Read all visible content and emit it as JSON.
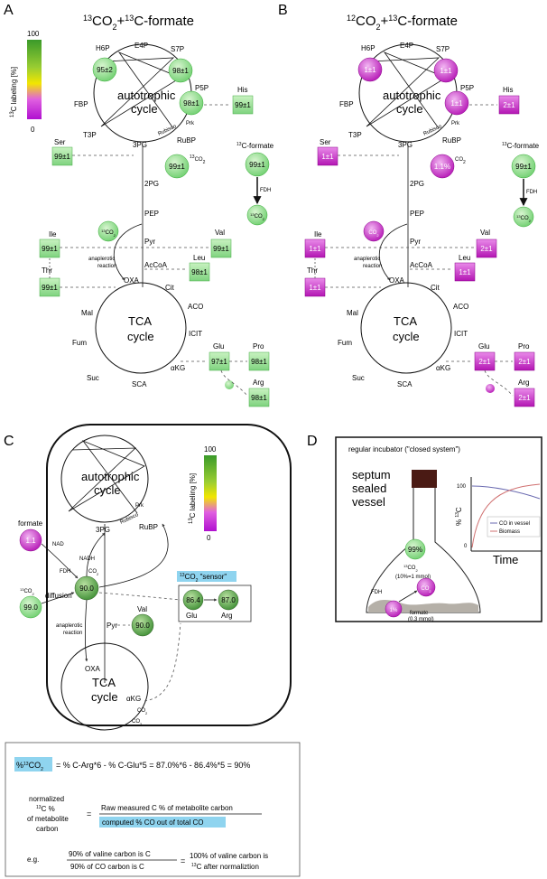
{
  "panels": {
    "A": {
      "letter": "A",
      "title_pre": "13",
      "title_mid": "CO",
      "title_sub": "2",
      "title_plus": "+",
      "title_sup2": "13",
      "title_end": "C-formate"
    },
    "B": {
      "letter": "B",
      "title_pre": "12",
      "title_mid": "CO",
      "title_sub": "2",
      "title_plus": "+",
      "title_sup2": "13",
      "title_end": "C-formate"
    },
    "C": {
      "letter": "C"
    },
    "D": {
      "letter": "D",
      "title": "regular incubator (\"closed system\")"
    }
  },
  "colorbar": {
    "max": "100",
    "min": "0",
    "label_sup": "13",
    "label": "C labeling [%]"
  },
  "common_labels": {
    "H6P": "H6P",
    "E4P": "E4P",
    "S7P": "S7P",
    "P5P": "P5P",
    "FBP": "FBP",
    "T3P": "T3P",
    "RuBP": "RuBP",
    "3PG": "3PG",
    "2PG": "2PG",
    "PEP": "PEP",
    "Pyr": "Pyr",
    "AcCoA": "AcCoA",
    "OXA": "OXA",
    "Cit": "Cit",
    "ACO": "ACO",
    "ICIT": "ICIT",
    "aKG": "αKG",
    "SCA": "SCA",
    "Suc": "Suc",
    "Fum": "Fum",
    "Mal": "Mal",
    "Glu": "Glu",
    "Pro": "Pro",
    "Arg": "Arg",
    "His": "His",
    "Ser": "Ser",
    "Ile": "Ile",
    "Thr": "Thr",
    "Val": "Val",
    "Leu": "Leu",
    "autotrophic": "autotrophic",
    "cycle": "cycle",
    "TCA": "TCA",
    "Prk": "Prk",
    "Rubisco": "Rubisco",
    "FDH": "FDH",
    "formate_lbl": "C-formate",
    "anaplerotic": "anaplerotic",
    "reaction": "reaction",
    "CO2": "CO",
    "two": "2",
    "sup13": "13"
  },
  "panelA_values": {
    "H6P": "95±2",
    "S7P": "98±1",
    "P5P": "98±1",
    "His": "99±1",
    "Ser": "99±1",
    "CO2_rubisco": "99±1",
    "formate": "99±1",
    "Ile": "99±1",
    "Thr": "99±1",
    "Val": "99±1",
    "Leu": "98±1",
    "Glu": "97±1",
    "Pro": "98±1",
    "Arg": "98±1"
  },
  "panelB_values": {
    "H6P": "1±1",
    "S7P": "1±1",
    "P5P": "1±1",
    "His": "2±1",
    "Ser": "1±1",
    "CO2_rubisco": "1.1%",
    "formate": "99±1",
    "Ile": "1±1",
    "Thr": "1±1",
    "Val": "2±1",
    "Leu": "1±1",
    "Glu": "2±1",
    "Pro": "2±1",
    "Arg": "2±1"
  },
  "panelC": {
    "formate_lbl": "formate",
    "formate_val": "1.1",
    "NAD": "NAD",
    "NADH": "NADH",
    "FDH": "FDH",
    "CO2_lbl": "CO",
    "CO2_val": "90.0",
    "ext_CO2_val": "99.0",
    "diffusion": "diffusion",
    "Val": "Val",
    "Val_val": "90.0",
    "sensor": "CO",
    "sensor_suffix": " \"sensor\"",
    "Glu": "Glu",
    "Glu_val": "86.4",
    "Arg": "Arg",
    "Arg_val": "87.0",
    "Pyr": "Pyr",
    "OXA": "OXA",
    "aKG": "αKG",
    "3PG": "3PG",
    "RuBP": "RuBP",
    "Prk": "Prk",
    "Rubisco": "Rubisco",
    "autotrophic": "autotrophic",
    "cycle": "cycle",
    "TCA": "TCA",
    "anaplerotic": "anaplerotic",
    "reaction": "reaction"
  },
  "panelD": {
    "septum": "septum",
    "sealed": "sealed",
    "vessel": "vessel",
    "pct": "99%",
    "co2_label": "CO",
    "co2_detail": "(10%=1 mmol)",
    "FDH": "FDH",
    "formate": "formate",
    "formate_detail": "(0.3 mmol)",
    "one_pct": "1%",
    "co2_bubble": "CO",
    "y_axis": "% ",
    "y_axis_end": "C",
    "x_axis": "Time",
    "y_tick": "100",
    "y_tick0": "0",
    "legend1": "CO  in vessel",
    "legend2": "Biomass"
  },
  "equation": {
    "lhs": "%",
    "rhs": "= %   C-Arg*6 - %   C-Glu*5 = 87.0%*6 - 86.4%*5 = 90%",
    "normalized": "normalized",
    "pct": "C %",
    "of_met": "of metabolite",
    "carbon": "carbon",
    "num": "Raw measured   C % of metabolite carbon",
    "den": "computed %   CO  out of total CO",
    "eg": "e.g.",
    "ex_num": "90% of valine carbon is   C",
    "ex_den": "90% of CO  carbon is   C",
    "ex_res1": "100% of valine carbon is",
    "ex_res2": "C after normaliztion"
  },
  "colors": {
    "green": "#8fd98f",
    "magenta": "#c21cc2",
    "darkgreen": "#3b8a2e",
    "highlight": "#8fd4ef"
  }
}
